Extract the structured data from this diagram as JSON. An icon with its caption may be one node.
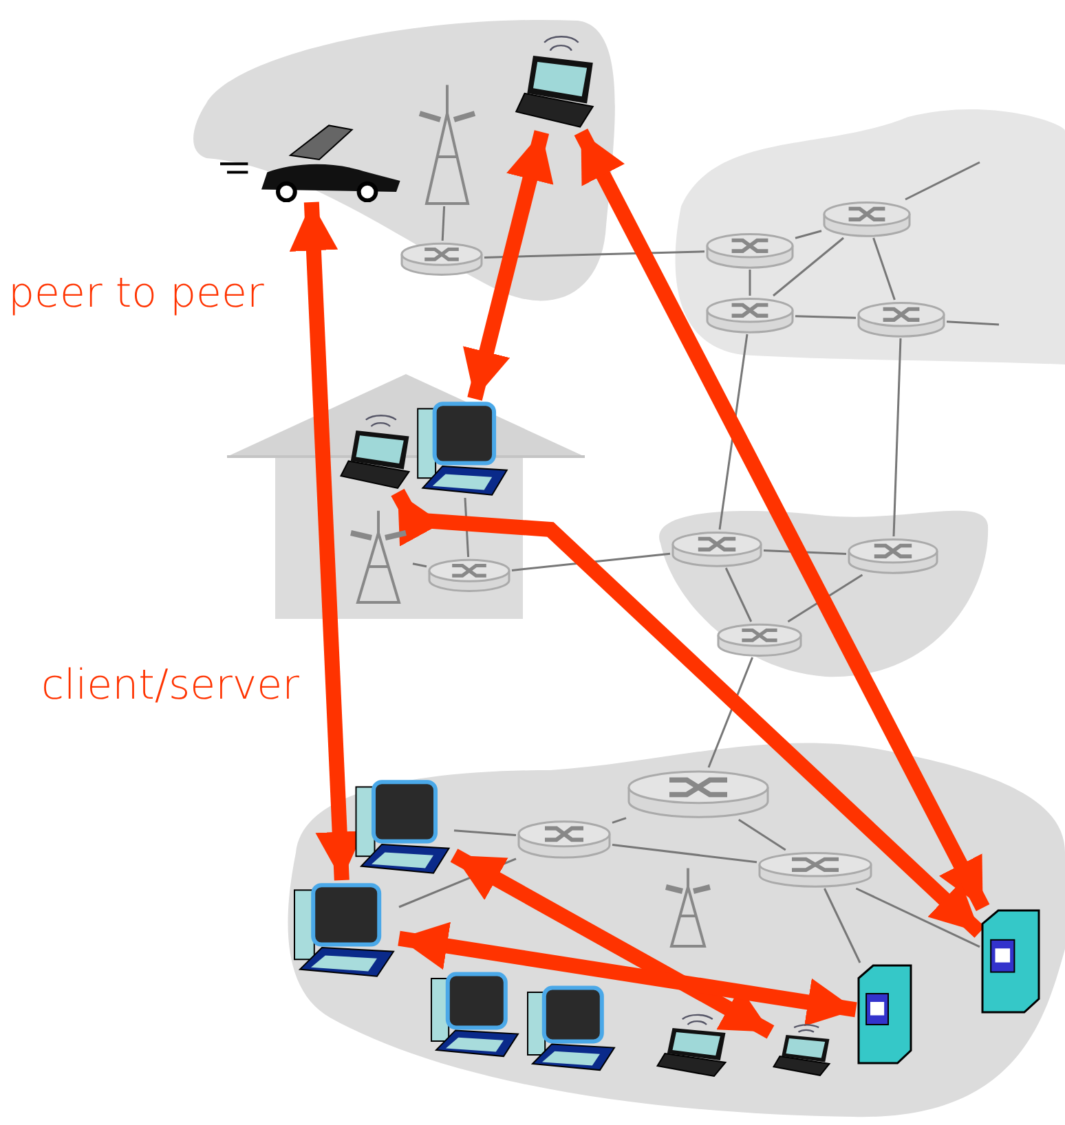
{
  "diagram": {
    "nodes": [
      {
        "text": [],
        "shape": "picture"
      },
      {
        "text": [],
        "shape": "picture"
      },
      {
        "text": [],
        "shape": "picture"
      },
      {
        "text": [],
        "shape": "cylinder"
      },
      {
        "text": [],
        "shape": "cylinder"
      },
      {
        "text": [],
        "shape": "cylinder"
      },
      {
        "text": [],
        "shape": "cylinder"
      },
      {
        "text": [],
        "shape": "cylinder"
      },
      {
        "text": [],
        "shape": "picture"
      },
      {
        "text": [],
        "shape": "picture"
      },
      {
        "text": [],
        "shape": "picture"
      },
      {
        "text": [],
        "shape": "cylinder"
      },
      {
        "text": [],
        "shape": "cylinder"
      },
      {
        "text": [],
        "shape": "cylinder"
      },
      {
        "text": [],
        "shape": "cylinder"
      },
      {
        "text": [],
        "shape": "cylinder"
      },
      {
        "text": [],
        "shape": "cylinder"
      },
      {
        "text": [],
        "shape": "cylinder"
      },
      {
        "text": [],
        "shape": "picture"
      },
      {
        "text": [],
        "shape": "picture"
      },
      {
        "text": [],
        "shape": "picture"
      },
      {
        "text": [],
        "shape": "picture"
      },
      {
        "text": [],
        "shape": "picture"
      },
      {
        "text": [],
        "shape": "picture"
      },
      {
        "text": [],
        "shape": "picture"
      },
      {
        "text": [],
        "shape": "picture"
      },
      {
        "text": [],
        "shape": "picture"
      }
    ],
    "edges": [
      {
        "from": 1,
        "to": 3,
        "arrow": "none"
      },
      {
        "from": 3,
        "to": 4,
        "arrow": "none"
      },
      {
        "from": 4,
        "to": 5,
        "arrow": "none"
      },
      {
        "from": 4,
        "to": 6,
        "arrow": "none"
      },
      {
        "from": 5,
        "to": 6,
        "arrow": "none"
      },
      {
        "from": 5,
        "to": 7,
        "arrow": "none"
      },
      {
        "from": 6,
        "to": 7,
        "arrow": "none"
      },
      {
        "from": 5,
        "to": null,
        "arrow": "none"
      },
      {
        "from": 7,
        "to": null,
        "arrow": "none"
      },
      {
        "from": 6,
        "to": 12,
        "arrow": "none"
      },
      {
        "from": 7,
        "to": 13,
        "arrow": "none"
      },
      {
        "from": 11,
        "to": 10,
        "arrow": "none"
      },
      {
        "from": 11,
        "to": 9,
        "arrow": "none"
      },
      {
        "from": 11,
        "to": 12,
        "arrow": "none"
      },
      {
        "from": 12,
        "to": 13,
        "arrow": "none"
      },
      {
        "from": 12,
        "to": 14,
        "arrow": "none"
      },
      {
        "from": 13,
        "to": 14,
        "arrow": "none"
      },
      {
        "from": 14,
        "to": 15,
        "arrow": "none"
      },
      {
        "from": 15,
        "to": 16,
        "arrow": "none"
      },
      {
        "from": 15,
        "to": 17,
        "arrow": "none"
      },
      {
        "from": 16,
        "to": 17,
        "arrow": "none"
      },
      {
        "from": 16,
        "to": 18,
        "arrow": "none"
      },
      {
        "from": 16,
        "to": 19,
        "arrow": "none"
      },
      {
        "from": 17,
        "to": 26,
        "arrow": "none"
      },
      {
        "from": 17,
        "to": 25,
        "arrow": "none"
      },
      {
        "from": 0,
        "to": 19,
        "arrow": "both",
        "style": "thick",
        "color": "#ff3300"
      },
      {
        "from": 2,
        "to": 9,
        "arrow": "both",
        "style": "thick",
        "color": "#ff3300"
      },
      {
        "from": 2,
        "to": 26,
        "arrow": "both",
        "style": "thick",
        "color": "#ff3300"
      },
      {
        "from": 8,
        "to": 26,
        "arrow": "both",
        "style": "thick",
        "color": "#ff3300"
      },
      {
        "from": 18,
        "to": 24,
        "arrow": "both",
        "style": "thick",
        "color": "#ff3300"
      },
      {
        "from": 19,
        "to": 25,
        "arrow": "both",
        "style": "thick",
        "color": "#ff3300"
      }
    ],
    "labels": [
      "peer to peer",
      "client/server"
    ]
  }
}
